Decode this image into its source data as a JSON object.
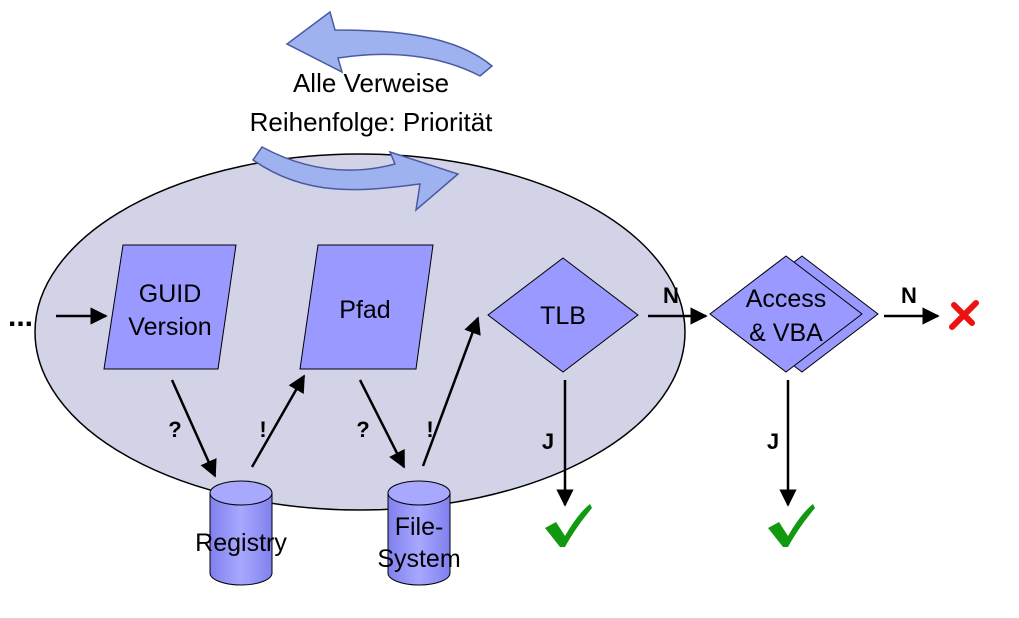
{
  "title": {
    "line1": "Alle Verweise",
    "line2": "Reihenfolge: Priorität"
  },
  "nodes": {
    "start": "...",
    "guid_line1": "GUID",
    "guid_line2": "Version",
    "pfad": "Pfad",
    "tlb": "TLB",
    "access_line1": "Access",
    "access_line2": "& VBA",
    "registry": "Registry",
    "filesystem_line1": "File-",
    "filesystem_line2": "System"
  },
  "edges": {
    "guid_to_registry": "?",
    "registry_to_pfad": "!",
    "pfad_to_filesystem": "?",
    "filesystem_to_tlb": "!",
    "tlb_no": "N",
    "tlb_yes": "J",
    "access_no": "N",
    "access_yes": "J"
  },
  "icons": {
    "success": "check-icon",
    "failure": "cross-icon"
  },
  "colors": {
    "shape_fill": "#9999ff",
    "ellipse_fill": "#d3d3e8",
    "arrow_fill": "#9fb2f0",
    "check": "#119911",
    "cross": "#ee1111"
  }
}
